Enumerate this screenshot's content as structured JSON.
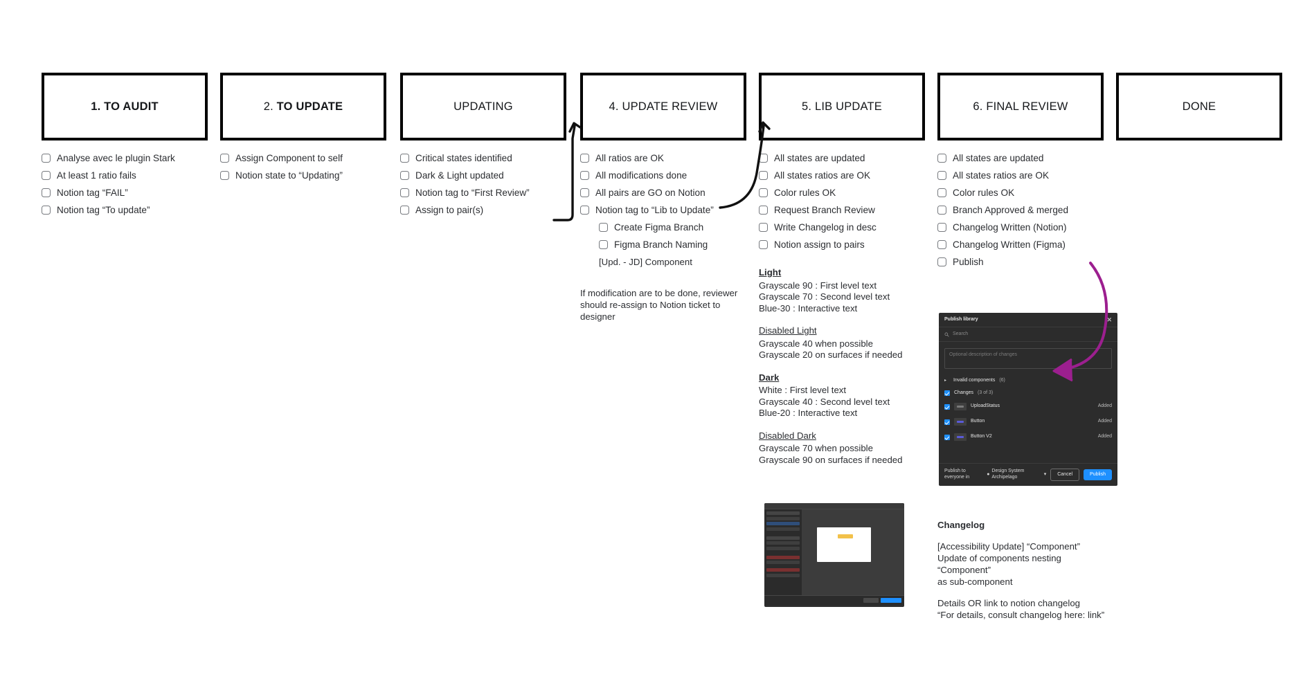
{
  "columns": [
    {
      "id": "to-audit",
      "title_num": "1. ",
      "title_text": "TO AUDIT",
      "items": [
        {
          "label": "Analyse avec le plugin Stark",
          "indent": false
        },
        {
          "label": "At least 1 ratio fails",
          "indent": false
        },
        {
          "label": "Notion tag “FAIL”",
          "indent": false
        },
        {
          "label": "Notion tag “To update”",
          "indent": false
        }
      ]
    },
    {
      "id": "to-update",
      "title_num": "2. ",
      "title_text": "TO UPDATE",
      "items": [
        {
          "label": "Assign Component to self",
          "indent": false
        },
        {
          "label": "Notion state to “Updating”",
          "indent": false
        }
      ]
    },
    {
      "id": "updating",
      "title_num": "",
      "title_text": "UPDATING",
      "items": [
        {
          "label": "Critical states identified",
          "indent": false
        },
        {
          "label": "Dark & Light updated",
          "indent": false
        },
        {
          "label": "Notion tag to “First Review”",
          "indent": false
        },
        {
          "label": "Assign to pair(s)",
          "indent": false
        }
      ]
    },
    {
      "id": "update-review",
      "title_num": "4. ",
      "title_text": "UPDATE REVIEW",
      "items": [
        {
          "label": "All ratios are OK",
          "indent": false
        },
        {
          "label": "All modifications done",
          "indent": false
        },
        {
          "label": "All pairs are GO on Notion",
          "indent": false
        },
        {
          "label": "Notion tag to “Lib to Update”",
          "indent": false
        },
        {
          "label": "Create Figma Branch",
          "indent": true
        },
        {
          "label": "Figma Branch Naming",
          "indent": true
        }
      ],
      "plain_line": "[Upd. - JD] Component",
      "note": "If modification are to be done, reviewer should re-assign to Notion ticket to designer"
    },
    {
      "id": "lib-update",
      "title_num": "5. ",
      "title_text": "LIB UPDATE",
      "items": [
        {
          "label": "All states are updated",
          "indent": false
        },
        {
          "label": "All states ratios are OK",
          "indent": false
        },
        {
          "label": "Color rules OK",
          "indent": false
        },
        {
          "label": "Request Branch Review",
          "indent": false
        },
        {
          "label": "Write Changelog in desc",
          "indent": false
        },
        {
          "label": "Notion assign to pairs",
          "indent": false
        }
      ],
      "specs": [
        {
          "head": "Light",
          "bold": true,
          "lines": [
            "Grayscale 90 : First level text",
            "Grayscale 70 : Second level text",
            "Blue-30 : Interactive text"
          ]
        },
        {
          "head": "Disabled Light",
          "bold": false,
          "lines": [
            "Grayscale 40 when possible",
            "Grayscale 20 on surfaces if needed"
          ]
        },
        {
          "head": "Dark",
          "bold": true,
          "lines": [
            "White : First level text",
            "Grayscale 40 : Second level text",
            "Blue-20 : Interactive text"
          ]
        },
        {
          "head": "Disabled Dark",
          "bold": false,
          "lines": [
            "Grayscale 70 when possible",
            "Grayscale 90 on surfaces if needed"
          ]
        }
      ]
    },
    {
      "id": "final-review",
      "title_num": "6. ",
      "title_text": "FINAL REVIEW",
      "items": [
        {
          "label": "All states are updated",
          "indent": false
        },
        {
          "label": "All states ratios are OK",
          "indent": false
        },
        {
          "label": "Color rules OK",
          "indent": false
        },
        {
          "label": "Branch Approved & merged",
          "indent": false
        },
        {
          "label": "Changelog Written (Notion)",
          "indent": false
        },
        {
          "label": "Changelog Written (Figma)",
          "indent": false
        },
        {
          "label": "Publish",
          "indent": false
        }
      ]
    },
    {
      "id": "done",
      "title_num": "",
      "title_text": "DONE",
      "items": []
    }
  ],
  "changelog": {
    "title": "Changelog",
    "para1_line1": "[Accessibility Update] “Component”",
    "para1_line2": "Update of components nesting “Component”",
    "para1_line3": "as sub-component",
    "para2_line1": "Details OR link to notion changelog",
    "para2_line2": "“For details, consult changelog here: link”"
  },
  "figma_panel": {
    "title": "Publish library",
    "close_icon": "close-icon",
    "search_icon": "search-icon",
    "search_placeholder": "Search",
    "description_placeholder": "Optional description of changes",
    "invalid_label": "Invalid components",
    "invalid_count": "(6)",
    "changes_label": "Changes",
    "changes_count": "(3 of 3)",
    "rows": [
      {
        "name": "UploadStatus",
        "state": "Added"
      },
      {
        "name": "Button",
        "state": "Added"
      },
      {
        "name": "Button V2",
        "state": "Added"
      }
    ],
    "scope_prefix": "Publish to everyone in",
    "scope_team": "Design System Archipelago",
    "cancel_label": "Cancel",
    "publish_label": "Publish"
  },
  "colors": {
    "accent_blue": "#1e90ff",
    "arrow_purple": "#9c1f8f",
    "stage_border": "#000000",
    "panel_bg": "#2c2c2c"
  }
}
